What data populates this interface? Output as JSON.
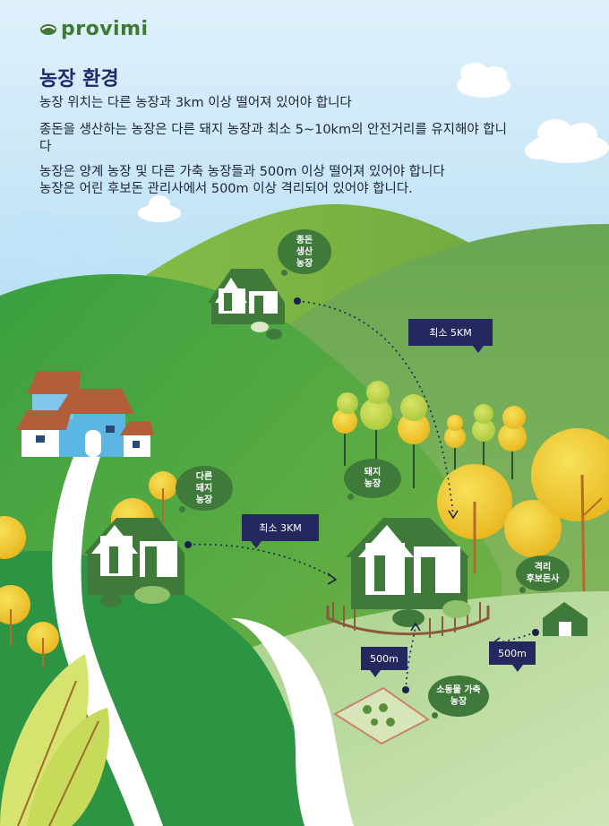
{
  "brand": {
    "name": "provimi"
  },
  "title": "농장 환경",
  "paragraphs": [
    "농장 위치는 다른 농장과 3km 이상 떨어져 있어야 합니다",
    "종돈을 생산하는 농장은 다른 돼지 농장과 최소 5~10km의 안전거리를 유지해야 합니다",
    "농장은 양계 농장 및 다른 가축 농장들과 500m 이상 떨어져 있어야 합니다",
    "농장은 어린 후보돈 관리사에서 500m 이상 격리되어 있어야 합니다."
  ],
  "labels": {
    "breeding_farm": "종돈\n생산\n농장",
    "other_pig_farm": "다른\n돼지\n농장",
    "pig_farm": "돼지\n농장",
    "isolation_barn": "격리\n후보돈사",
    "small_livestock": "소동물 가축\n농장"
  },
  "distances": {
    "min_5km": "최소 5KM",
    "min_3km": "최소 3KM",
    "m500_left": "500m",
    "m500_right": "500m"
  },
  "colors": {
    "sky": "#9fd2ef",
    "brand_green": "#3e7a33",
    "title_navy": "#1b2a6b",
    "tag_navy": "#25285e",
    "house_green": "#3f7a3a"
  }
}
